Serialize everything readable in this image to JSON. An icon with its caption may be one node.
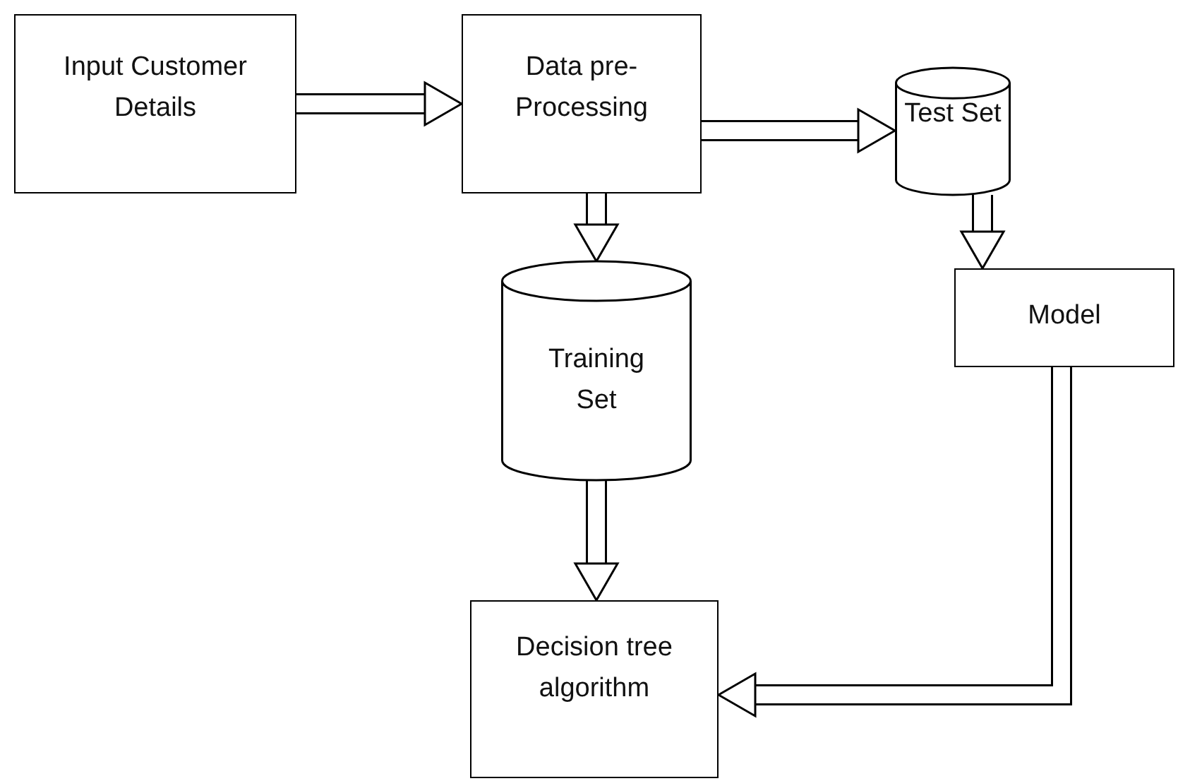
{
  "diagram": {
    "nodes": [
      {
        "text": [
          "Input Customer Details"
        ]
      },
      {
        "text": [
          "Data pre-Processing"
        ]
      },
      {
        "text": [
          "Test Set"
        ]
      },
      {
        "text": [
          "Training Set"
        ]
      },
      {
        "text": [
          "Model"
        ]
      },
      {
        "text": [
          "Decision tree algorithm"
        ]
      }
    ],
    "edges": [
      {
        "from": 0,
        "to": 1,
        "arrow": "to"
      },
      {
        "from": 1,
        "to": 2,
        "arrow": "to"
      },
      {
        "from": 1,
        "to": 3,
        "arrow": "to"
      },
      {
        "from": 2,
        "to": 4,
        "arrow": "to"
      },
      {
        "from": 3,
        "to": 5,
        "arrow": "to"
      },
      {
        "from": 4,
        "to": 5,
        "arrow": "to"
      }
    ]
  }
}
